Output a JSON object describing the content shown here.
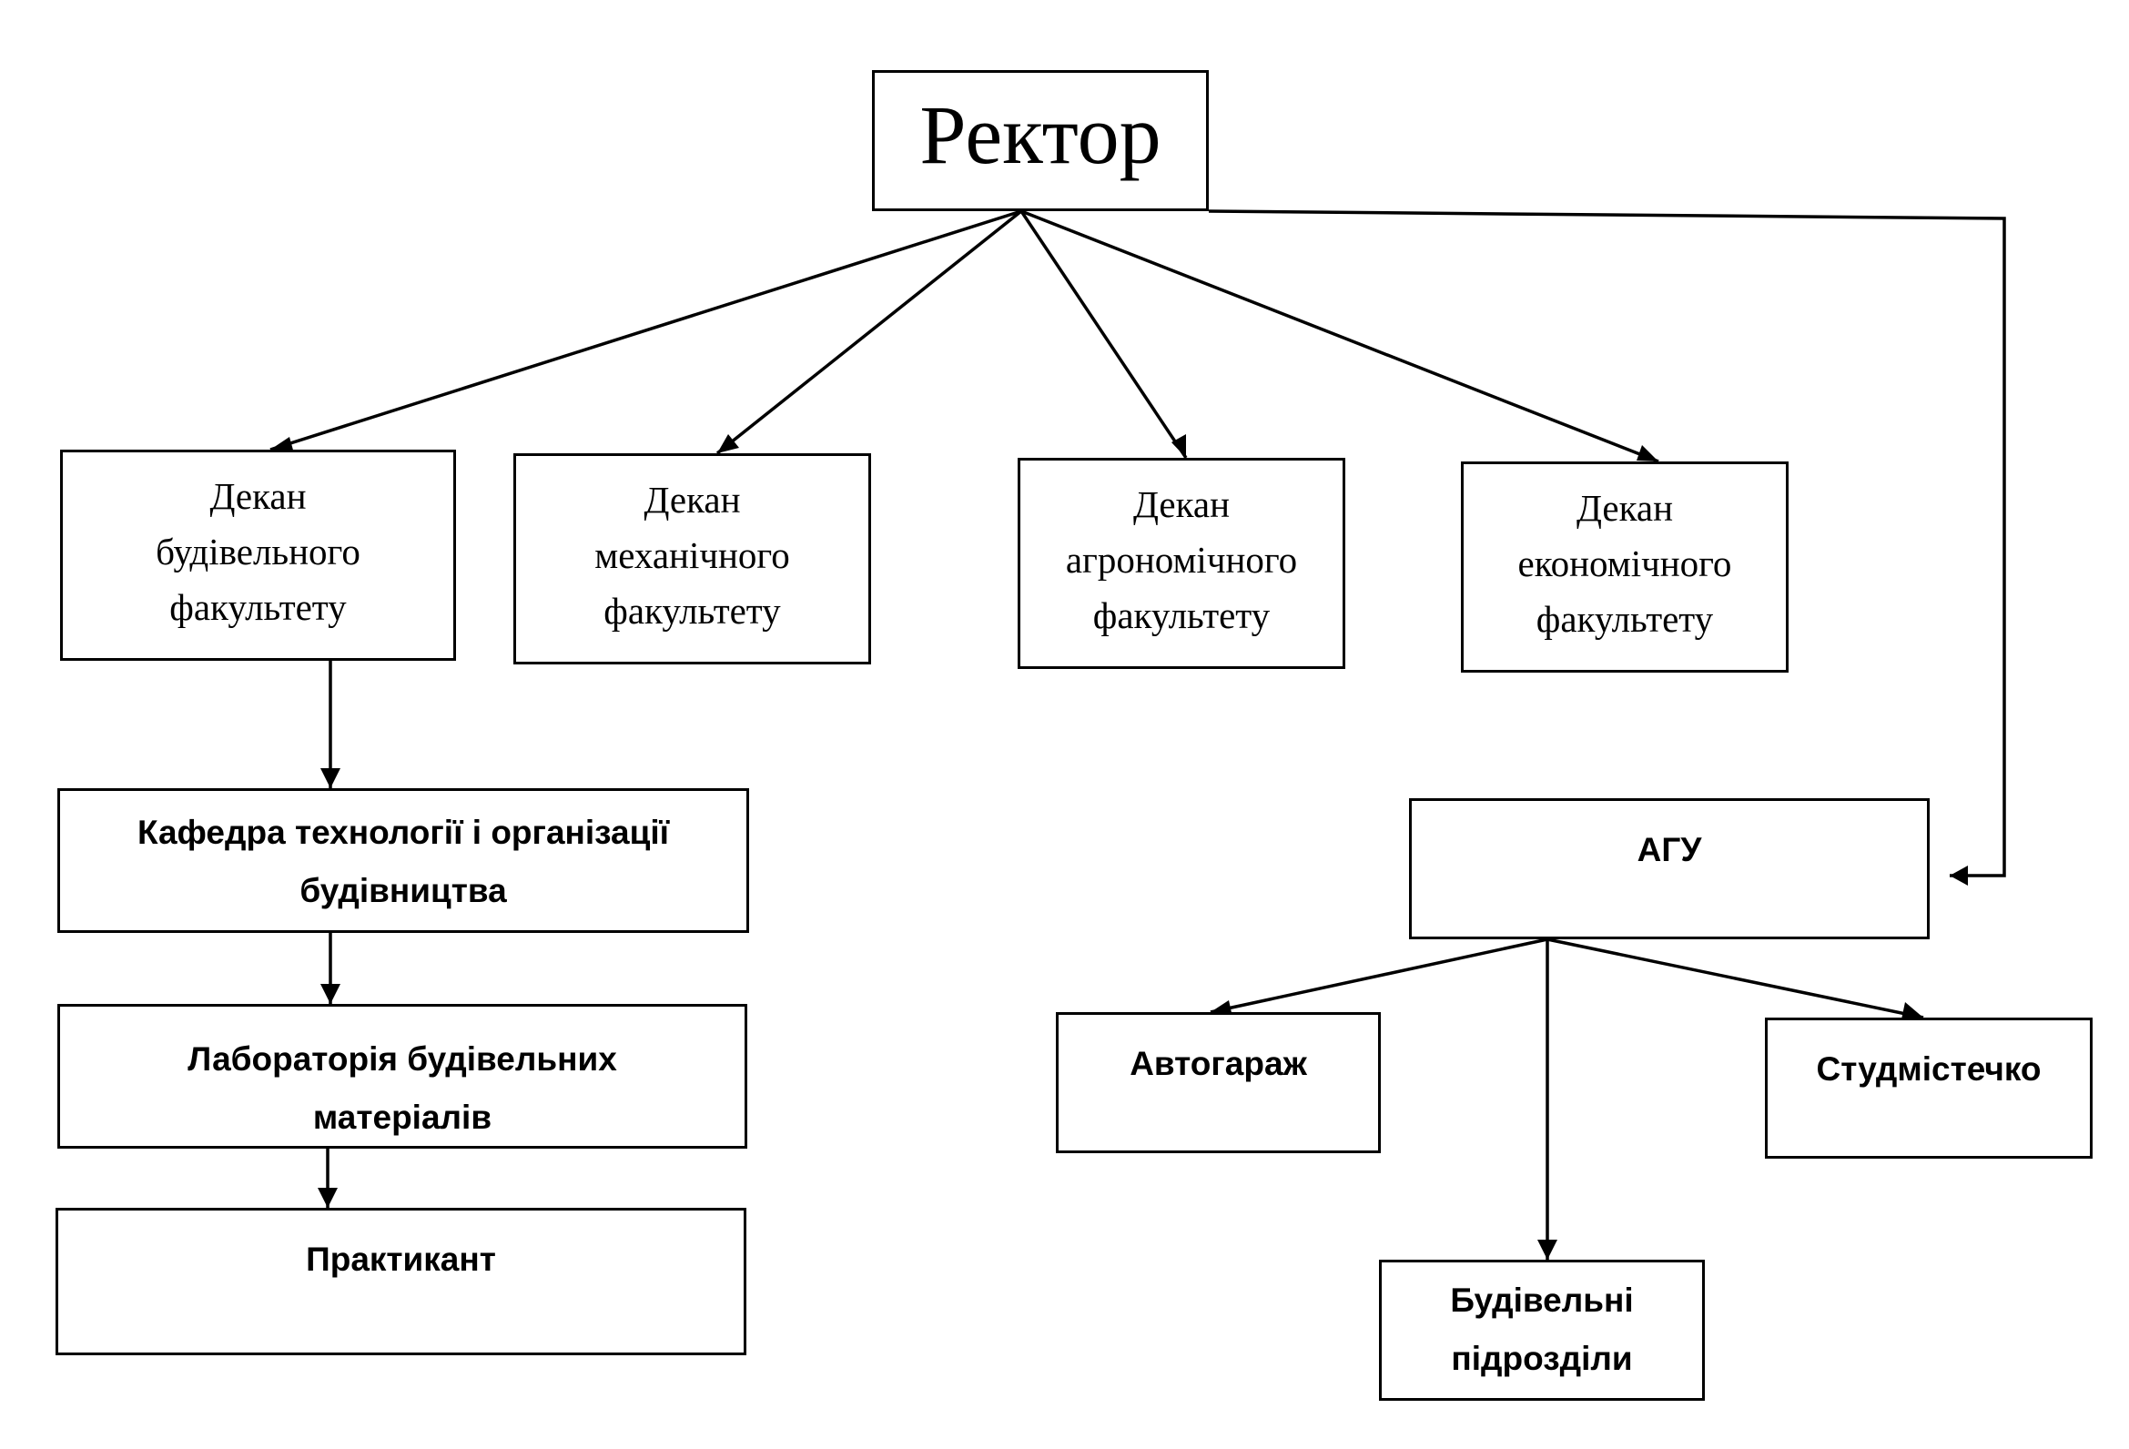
{
  "diagram": {
    "rector": "Ректор",
    "deans": [
      "Декан\nбудівельного\nфакультету",
      "Декан\nмеханічного\nфакультету",
      "Декан\nагрономічного\nфакультету",
      "Декан\nекономічного\nфакультету"
    ],
    "department": "Кафедра технології і організації\nбудівництва",
    "laboratory": "Лабораторія будівельних\nматеріалів",
    "trainee": "Практикант",
    "agu": "АГУ",
    "agu_units": {
      "garage": "Автогараж",
      "campus": "Студмістечко",
      "construction": "Будівельні\nпідрозділи"
    }
  }
}
